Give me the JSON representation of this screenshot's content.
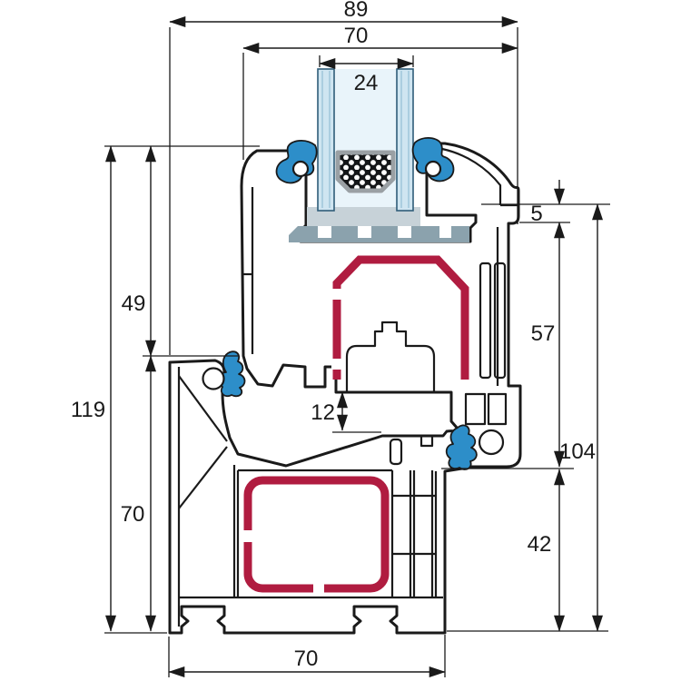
{
  "drawing": {
    "dimensions": {
      "overall_width": "89",
      "sash_width": "70",
      "glazing_thickness": "24",
      "glazing_step": "5",
      "sash_face_height": "57",
      "overlap_height": "104",
      "rebate_height": "49",
      "total_height": "119",
      "vent_gap": "12",
      "frame_height_left": "70",
      "frame_face_height": "42",
      "frame_width": "70"
    },
    "colors": {
      "ink": "#1a1a1a",
      "steel_red": "#b01c40",
      "gasket_blue": "#2d8ec9",
      "glass": "#cfe5f1",
      "glass_cavity": "#e9f4fa",
      "packer_light": "#c7d2d8",
      "packer_dark": "#8ba2ad",
      "spacer_core": "#141618"
    }
  }
}
